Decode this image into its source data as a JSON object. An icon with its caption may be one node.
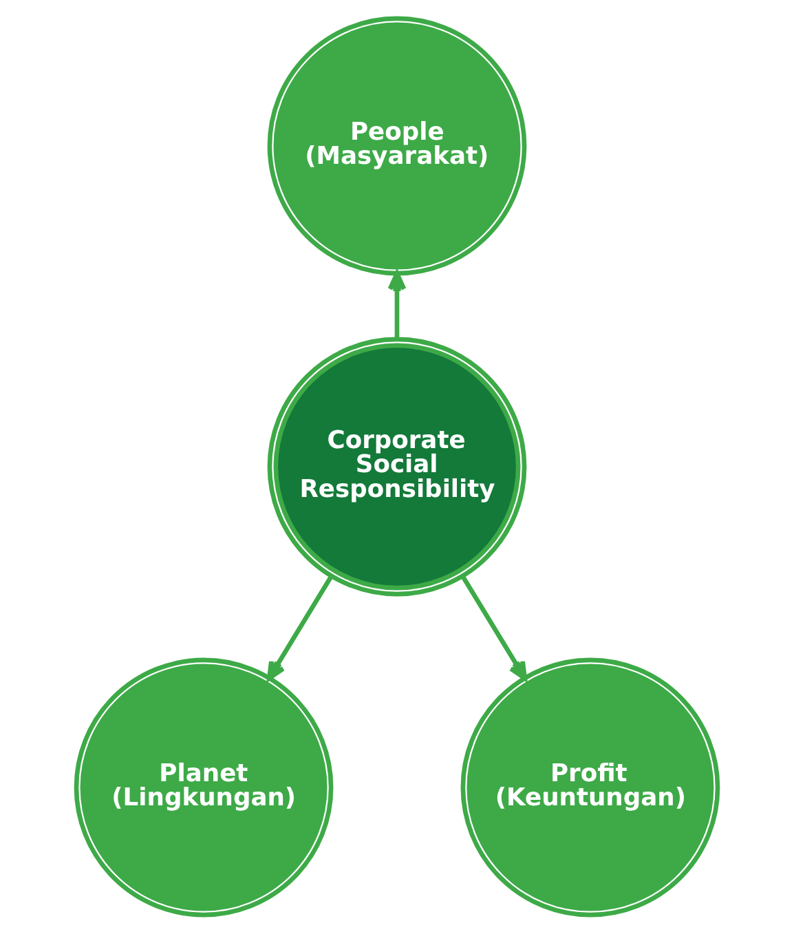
{
  "diagram": {
    "nodes": [
      {
        "text": [
          "People (Masyarakat)"
        ]
      },
      {
        "text": [
          "Corporate Social Responsibility"
        ]
      },
      {
        "text": [
          "Planet (Lingkungan)"
        ]
      },
      {
        "text": [
          "Profit (Keuntungan)"
        ]
      }
    ],
    "edges": [
      {
        "from": 1,
        "to": 0,
        "arrow": "to"
      },
      {
        "from": 1,
        "to": 2,
        "arrow": "to"
      },
      {
        "from": 1,
        "to": 3,
        "arrow": "to"
      }
    ]
  }
}
